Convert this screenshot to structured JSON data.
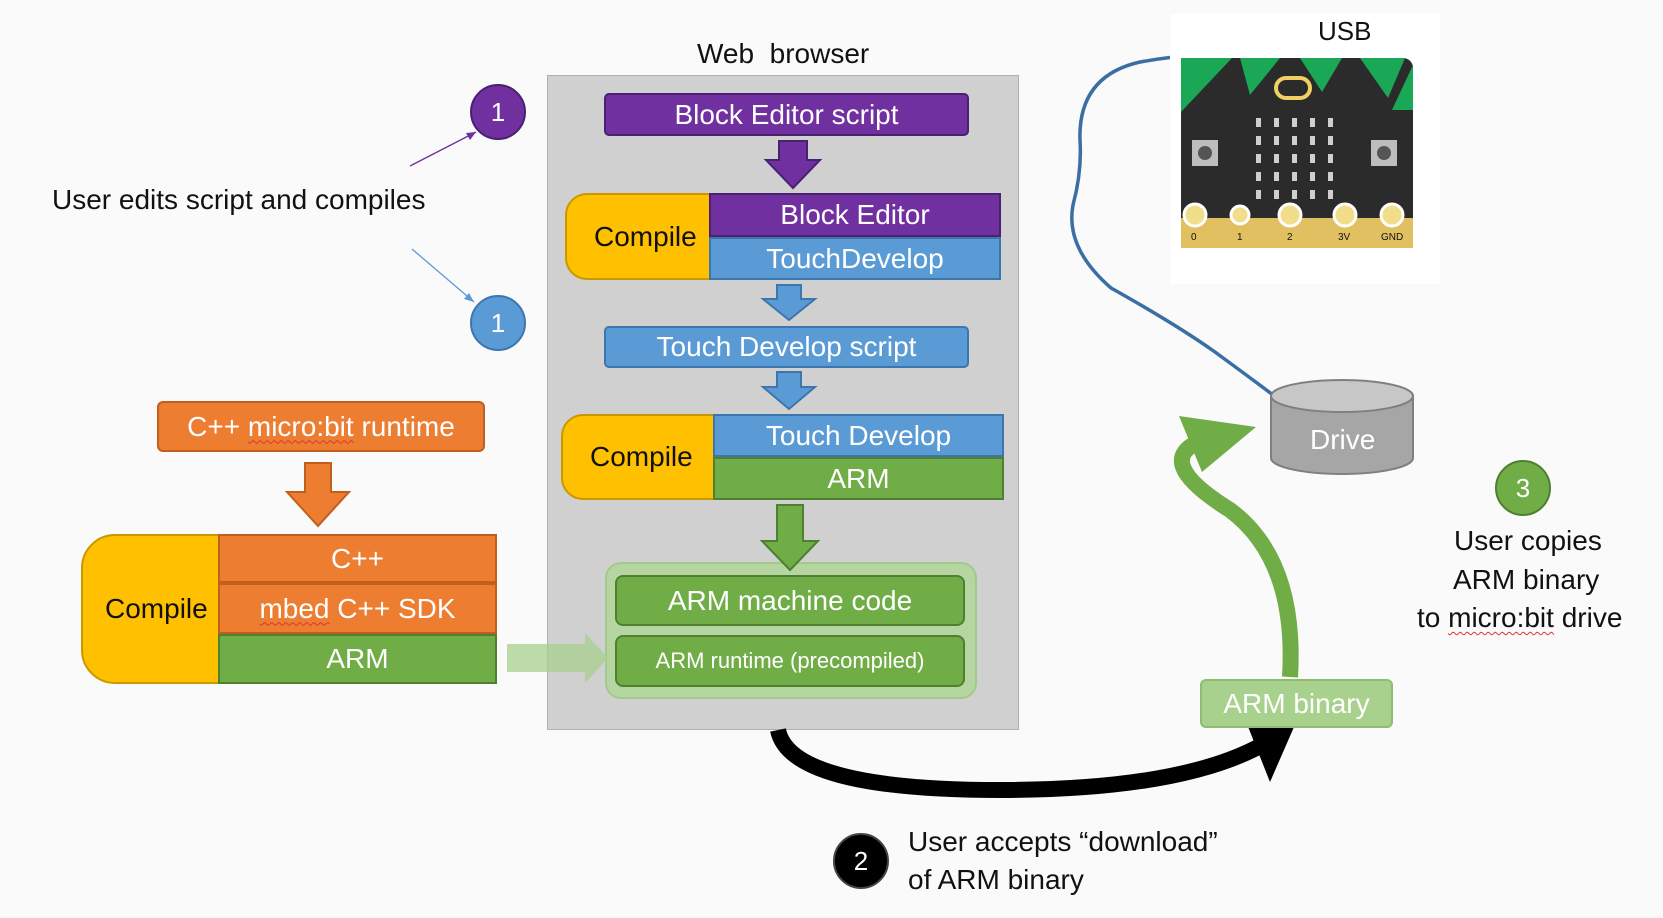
{
  "browser": {
    "title": "Web  browser"
  },
  "steps": {
    "step1_purple": "1",
    "step1_blue": "1",
    "step2": "2",
    "step3": "3"
  },
  "user_edit_label": "User edits script and compiles",
  "flow": {
    "block_editor_script": "Block Editor script",
    "compile1": {
      "label": "Compile",
      "from": "Block Editor",
      "to": "TouchDevelop"
    },
    "touch_develop_script": "Touch Develop script",
    "compile2": {
      "label": "Compile",
      "from": "Touch Develop",
      "to": "ARM"
    },
    "arm_machine_code": "ARM machine code",
    "arm_runtime": "ARM runtime (precompiled)"
  },
  "runtime": {
    "title_prefix": "C++ ",
    "title_link": "micro:bit",
    "title_suffix": " runtime",
    "compile_label": "Compile",
    "layer1": "C++",
    "layer2_link": "mbed",
    "layer2_suffix": " C++ SDK",
    "layer3": "ARM"
  },
  "device": {
    "usb_label": "USB",
    "pins": [
      "0",
      "1",
      "2",
      "3V",
      "GND"
    ]
  },
  "drive_label": "Drive",
  "arm_binary_label": "ARM binary",
  "step2_text": [
    "User accepts “download”",
    "of ARM binary"
  ],
  "step3_text": [
    "User copies",
    "ARM binary",
    "to ",
    "micro:bit",
    " drive"
  ],
  "colors": {
    "purple": "#7030a0",
    "blue": "#5b9bd5",
    "green": "#70ad47",
    "orange": "#ed7d31",
    "yellow": "#ffc000",
    "gray": "#a6a6a6"
  }
}
